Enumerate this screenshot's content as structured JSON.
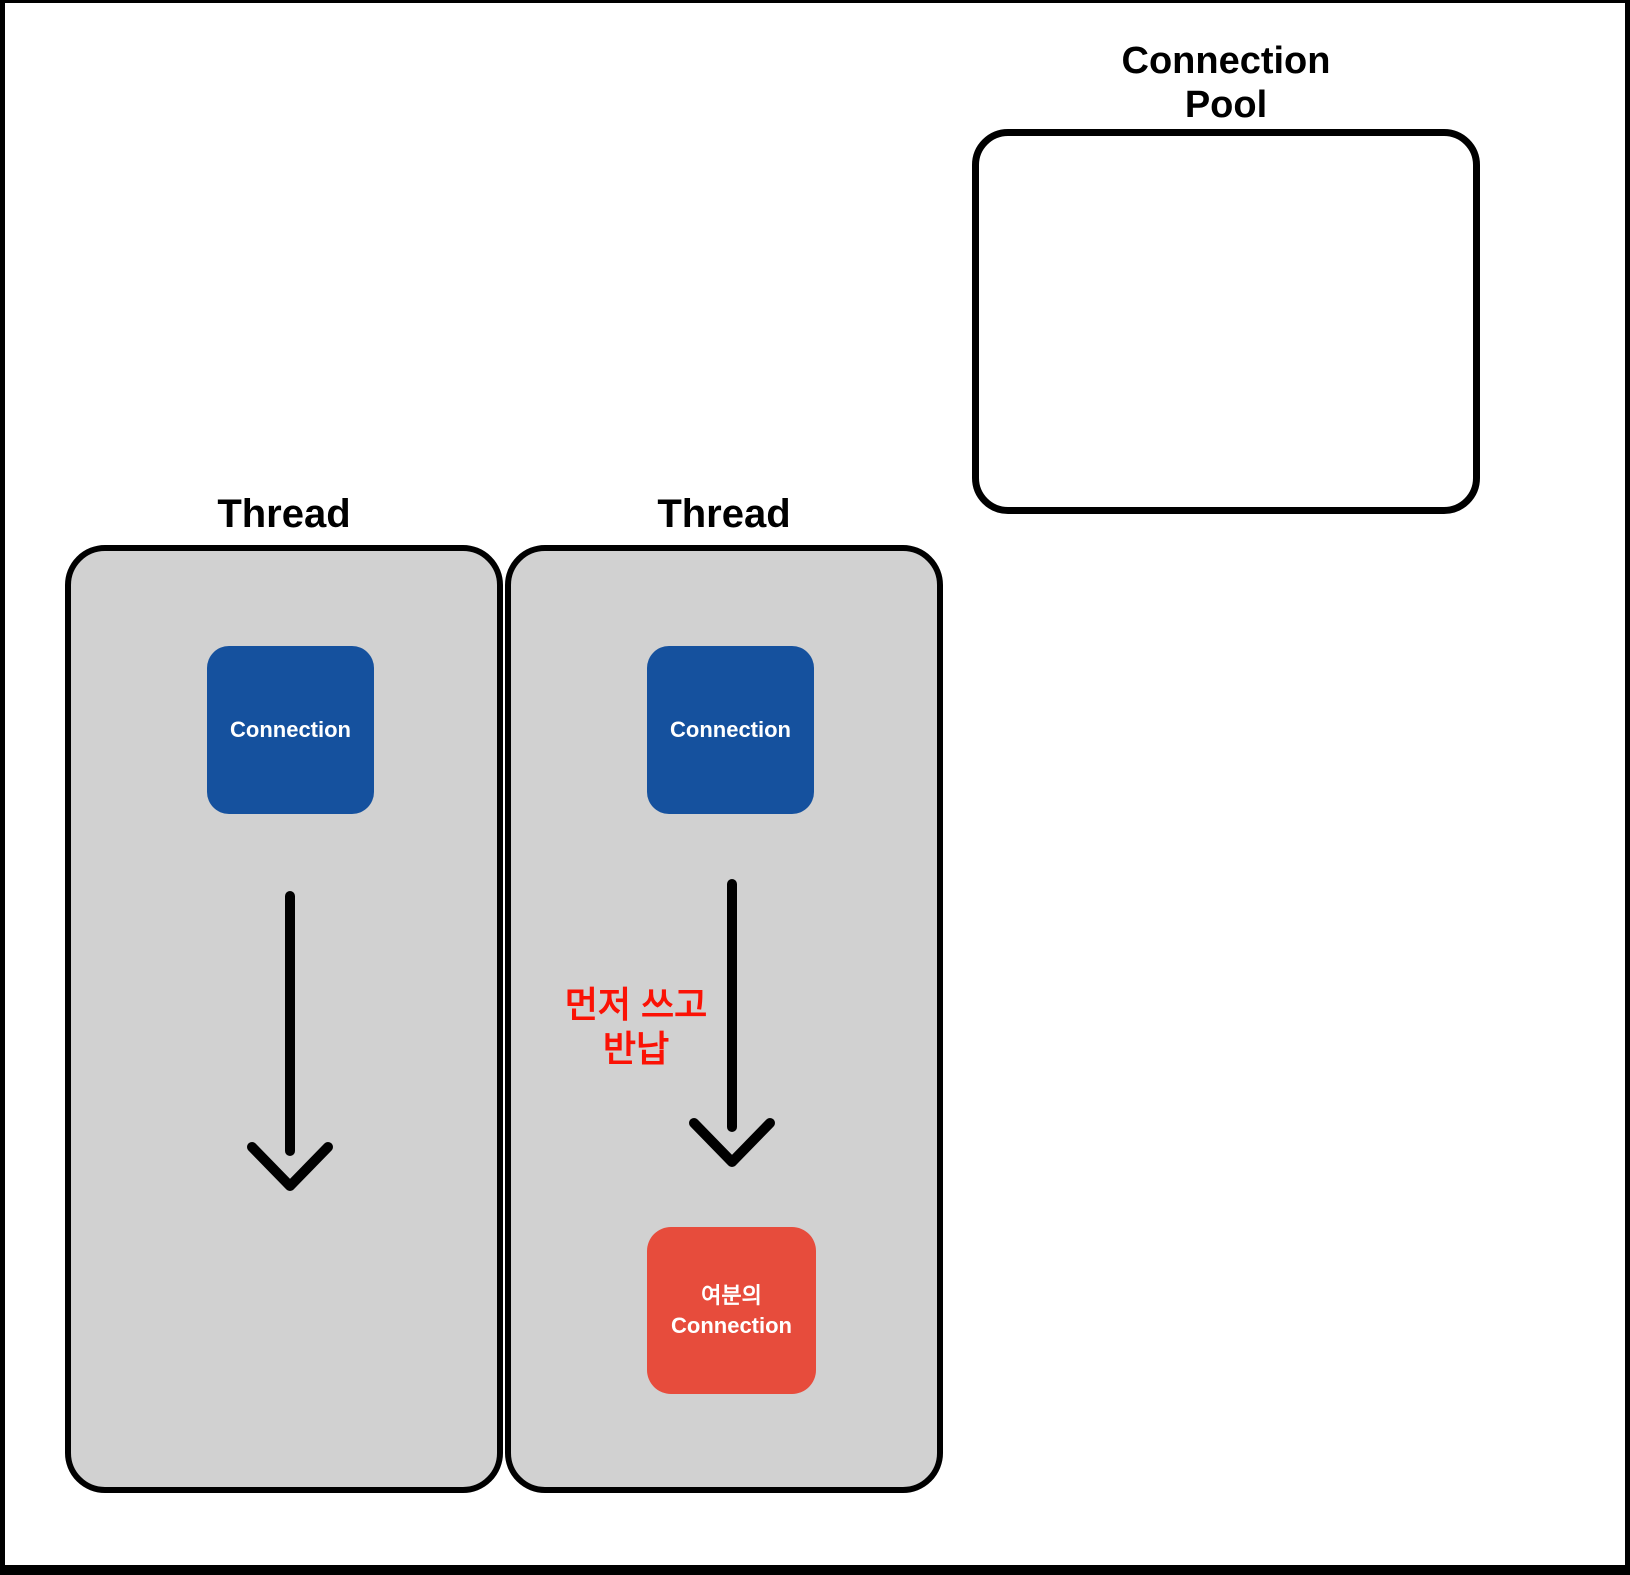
{
  "diagram": {
    "connection_pool": {
      "title_line1": "Connection",
      "title_line2": "Pool"
    },
    "threads": [
      {
        "label": "Thread",
        "connection": {
          "label": "Connection"
        }
      },
      {
        "label": "Thread",
        "connection": {
          "label": "Connection"
        },
        "annotation": {
          "line1": "먼저 쓰고",
          "line2": "반납"
        },
        "spare_connection": {
          "line1": "여분의",
          "line2": "Connection"
        }
      }
    ]
  },
  "colors": {
    "canvas-white": "#FFFFFF",
    "line-black": "#000000",
    "thread-bg": "#D1D1D1",
    "connection-blue": "#15519E",
    "spare-red": "#E74C3C",
    "annotation-red": "#FB1205"
  }
}
